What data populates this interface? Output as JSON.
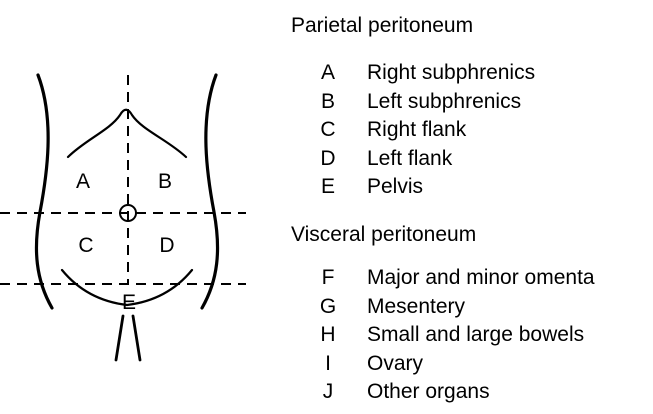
{
  "diagram": {
    "region_labels": [
      "A",
      "B",
      "C",
      "D",
      "E"
    ]
  },
  "legend": {
    "parietal_heading": "Parietal peritoneum",
    "parietal_items": [
      {
        "key": "A",
        "label": "Right subphrenics"
      },
      {
        "key": "B",
        "label": "Left subphrenics"
      },
      {
        "key": "C",
        "label": "Right flank"
      },
      {
        "key": "D",
        "label": "Left flank"
      },
      {
        "key": "E",
        "label": "Pelvis"
      }
    ],
    "visceral_heading": "Visceral peritoneum",
    "visceral_items": [
      {
        "key": "F",
        "label": "Major and minor omenta"
      },
      {
        "key": "G",
        "label": "Mesentery"
      },
      {
        "key": "H",
        "label": "Small and large bowels"
      },
      {
        "key": "I",
        "label": "Ovary"
      },
      {
        "key": "J",
        "label": "Other organs"
      }
    ]
  },
  "colors": {
    "ink": "#000000",
    "background": "#ffffff"
  }
}
